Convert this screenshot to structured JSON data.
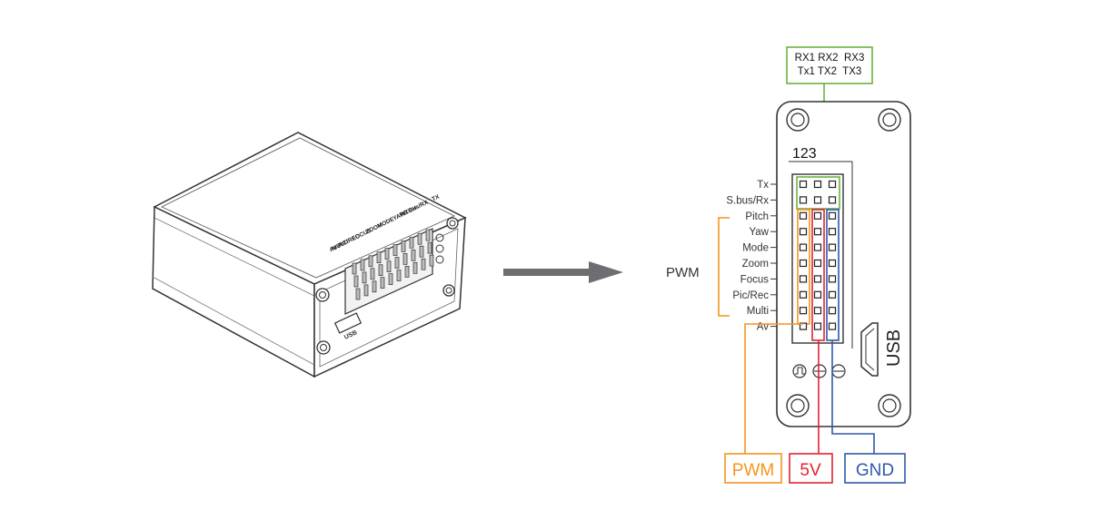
{
  "device_photo": {
    "silk_labels": [
      "TX",
      "S.Bus/RX",
      "PITCH",
      "YAW",
      "MODE",
      "ZOOM",
      "FOCUS",
      "PIC/REC",
      "MULTI",
      "AV"
    ],
    "usb_label": "USB"
  },
  "uart_box": {
    "line1": "RX1 RX2  RX3",
    "line2": "Tx1 TX2  TX3"
  },
  "column_numbers": "123",
  "pin_rows": [
    "Tx",
    "S.bus/Rx",
    "Pitch",
    "Yaw",
    "Mode",
    "Zoom",
    "Focus",
    "Pic/Rec",
    "Multi",
    "Av"
  ],
  "pwm_group_label": "PWM",
  "usb_label": "USB",
  "bottom_labels": {
    "pwm": "PWM",
    "power": "5V",
    "ground": "GND"
  },
  "colors": {
    "uart": "#6cb33f",
    "pwm": "#f7941d",
    "power": "#e02332",
    "ground": "#2e59a8",
    "outline": "#333333",
    "arrow": "#6d6e71"
  }
}
